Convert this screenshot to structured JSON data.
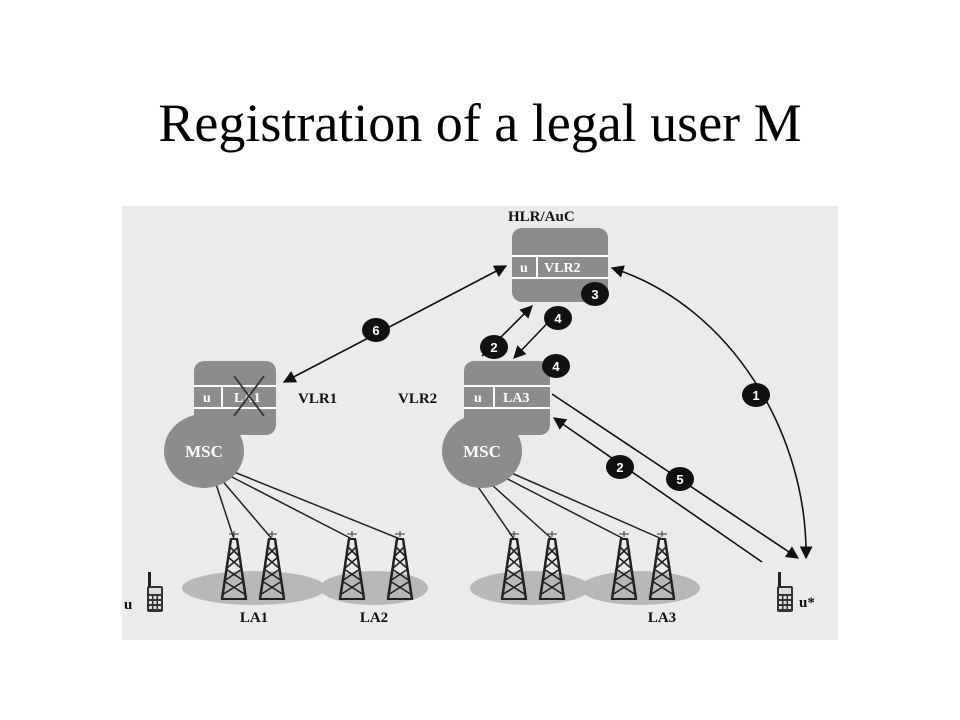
{
  "slide": {
    "title": "Registration of a legal user M"
  },
  "diagram": {
    "hlr": {
      "label": "HLR/AuC",
      "cell_left": "u",
      "cell_right": "VLR2"
    },
    "vlr1": {
      "label": "VLR1",
      "cell_left": "u",
      "cell_right": "LA1"
    },
    "vlr2": {
      "label": "VLR2",
      "cell_left": "u",
      "cell_right": "LA3"
    },
    "msc_left": {
      "label": "MSC"
    },
    "msc_right": {
      "label": "MSC"
    },
    "areas": [
      "LA1",
      "LA2",
      "LA3"
    ],
    "users": {
      "old": "u",
      "new": "u*"
    },
    "steps": [
      "1",
      "2",
      "2",
      "3",
      "4",
      "4",
      "5",
      "6"
    ]
  },
  "colors": {
    "node_fill": "#8c8c8c",
    "area_fill": "#b8b8b8",
    "badge_fill": "#111111",
    "panel_bg": "#ebebeb"
  }
}
